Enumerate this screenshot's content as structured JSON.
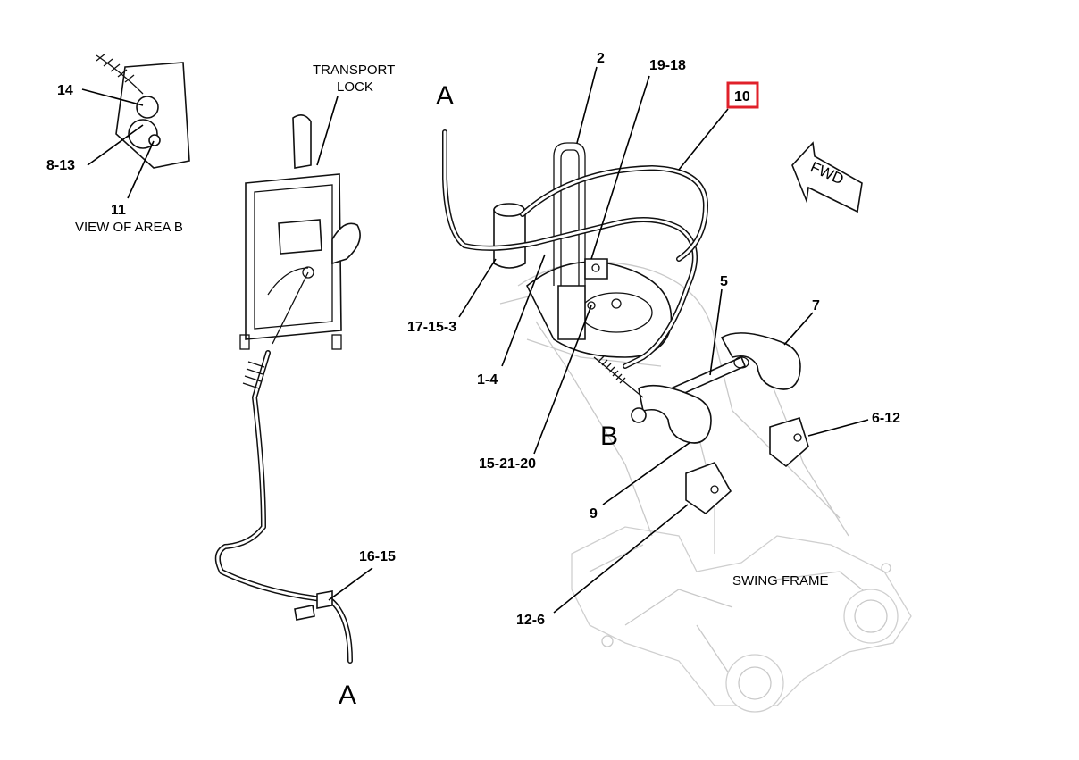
{
  "labels": {
    "l14": "14",
    "l8_13": "8-13",
    "l11": "11",
    "view_area_b": "VIEW OF AREA B",
    "transport": "TRANSPORT",
    "lock": "LOCK",
    "l16_15": "16-15",
    "a_top": "A",
    "a_bottom": "A",
    "l2": "2",
    "l19_18": "19-18",
    "l10": "10",
    "fwd": "FWD",
    "l17_15_3": "17-15-3",
    "l1_4": "1-4",
    "l15_21_20": "15-21-20",
    "l5": "5",
    "l7": "7",
    "l6_12": "6-12",
    "b": "B",
    "l9": "9",
    "l12_6": "12-6",
    "swing_frame": "SWING FRAME"
  },
  "colors": {
    "highlight_box": "#e0202a",
    "line": "#111111",
    "ghost_line": "#c9c9c9"
  }
}
